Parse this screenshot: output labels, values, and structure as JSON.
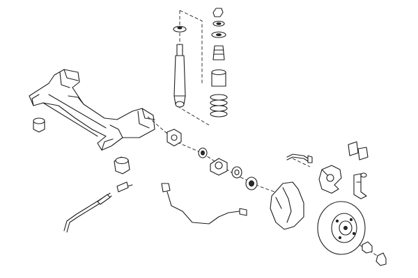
{
  "diagram": {
    "background": "#ffffff",
    "line_color": "#1c1c1c",
    "parts": [
      "rear-axle-beam",
      "axle-bushing",
      "axle-bushing",
      "shock-absorber",
      "top-mount-washer",
      "bump-stop-nut",
      "spring-seat",
      "bump-stop",
      "dust-boot",
      "coil-spring",
      "stub-axle",
      "bearing-ring",
      "hub-cap-nut",
      "seal-ring",
      "bearing",
      "abs-sensor",
      "handbrake-cable",
      "brake-hose",
      "brake-shield",
      "brake-disc",
      "brake-caliper",
      "caliper-bracket",
      "brake-pads",
      "hub-nut",
      "grease-cap"
    ]
  }
}
